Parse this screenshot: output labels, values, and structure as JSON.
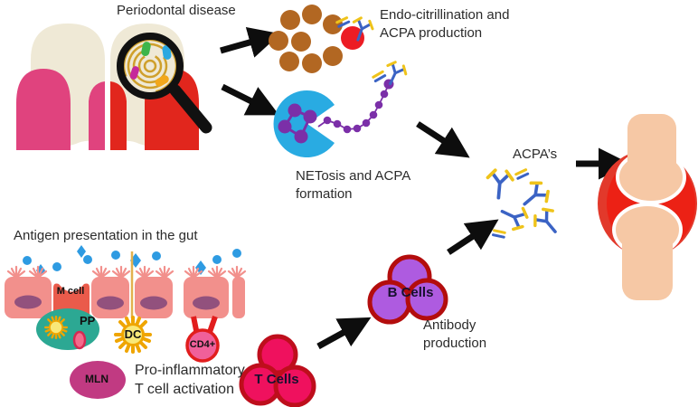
{
  "diagram": {
    "labels": {
      "periodontal_disease": "Periodontal disease",
      "endo_citrullination": "Endo-citrillination and\nACPA production",
      "netosis": "NETosis and ACPA\nformation",
      "acpas": "ACPA’s",
      "antigen_gut": "Antigen presentation in the gut",
      "pro_inflammatory": "Pro-inflammatory\nT cell activation",
      "antibody_production": "Antibody\nproduction",
      "m_cell": "M cell",
      "pp": "PP",
      "dc": "DC",
      "cd4": "CD4+",
      "mln": "MLN",
      "t_cells": "T Cells",
      "b_cells": "B Cells"
    },
    "colors": {
      "tooth_cream": "#EFE9D6",
      "gum_healthy_pink": "#E0437E",
      "gum_diseased_red": "#E1261D",
      "bacteria_brown": "#B26722",
      "citrullinated_red": "#EC1C24",
      "neutrophil_blue": "#29ABE2",
      "net_purple": "#7B2FA8",
      "antibody_blue": "#3B63C4",
      "antibody_yellow": "#EFC31A",
      "joint_red": "#EC2115",
      "joint_rim_red": "#E2392B",
      "bone_peach": "#F6C8A5",
      "epithelium_salmon": "#F2908C",
      "nucleus_purple": "#92517D",
      "m_cell_red": "#EA5B4B",
      "pp_teal": "#2CA893",
      "dc_gold": "#EFA500",
      "cd4_pink": "#F0609A",
      "mln_magenta": "#C13A82",
      "t_cell_pink": "#EF115E",
      "b_cell_purple": "#AE5BE0",
      "cell_outline_red": "#BE0E1C",
      "antigen_blue": "#2E9BE2",
      "arrow_black": "#0D0D0D"
    }
  }
}
